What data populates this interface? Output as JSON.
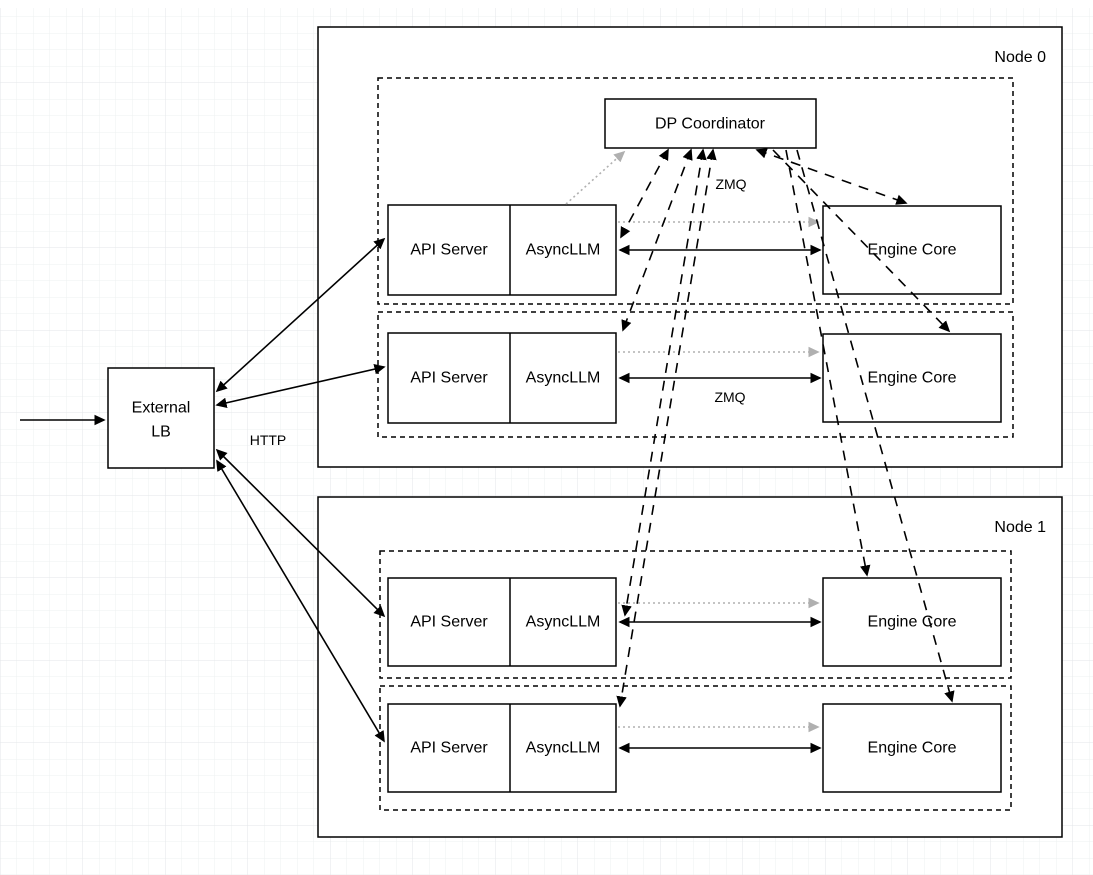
{
  "external_lb": {
    "line1": "External",
    "line2": "LB"
  },
  "labels": {
    "http": "HTTP",
    "zmq_top": "ZMQ",
    "zmq_row": "ZMQ"
  },
  "coordinator": {
    "label": "DP Coordinator"
  },
  "nodes": [
    {
      "title": "Node 0",
      "rows": [
        {
          "api_server": "API Server",
          "async_llm": "AsyncLLM",
          "engine_core": "Engine Core"
        },
        {
          "api_server": "API Server",
          "async_llm": "AsyncLLM",
          "engine_core": "Engine Core"
        }
      ]
    },
    {
      "title": "Node 1",
      "rows": [
        {
          "api_server": "API Server",
          "async_llm": "AsyncLLM",
          "engine_core": "Engine Core"
        },
        {
          "api_server": "API Server",
          "async_llm": "AsyncLLM",
          "engine_core": "Engine Core"
        }
      ]
    }
  ],
  "colors": {
    "line": "#000000",
    "gray_arrow": "#b0b0b0",
    "box_fill": "#ffffff",
    "background": "#ffffff",
    "grid_minor": "#eef0f1",
    "grid_major": "#e3e6e8"
  }
}
